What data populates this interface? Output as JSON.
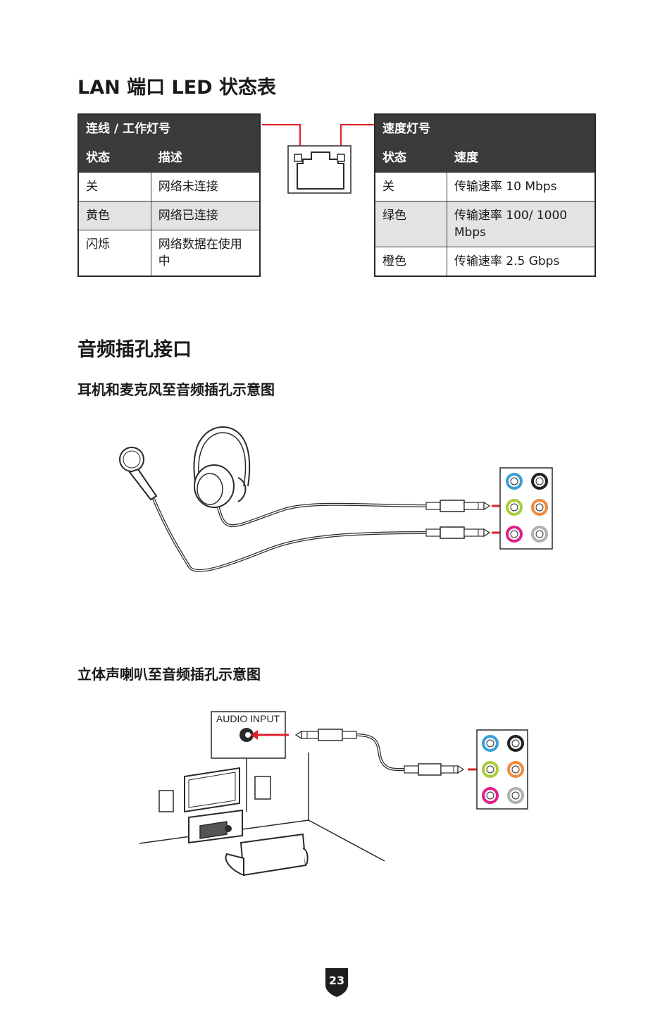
{
  "lan_section": {
    "title": "LAN 端口 LED 状态表",
    "link_table": {
      "title": "连线 / 工作灯号",
      "col_state": "状态",
      "col_desc": "描述",
      "rows": [
        {
          "state": "关",
          "desc": "网络未连接"
        },
        {
          "state": "黄色",
          "desc": "网络已连接"
        },
        {
          "state": "闪烁",
          "desc": "网络数据在使用中"
        }
      ]
    },
    "speed_table": {
      "title": "速度灯号",
      "col_state": "状态",
      "col_speed": "速度",
      "rows": [
        {
          "state": "关",
          "speed": "传输速率 10 Mbps"
        },
        {
          "state": "绿色",
          "speed": "传输速率 100/ 1000 Mbps"
        },
        {
          "state": "橙色",
          "speed": "传输速率 2.5 Gbps"
        }
      ]
    }
  },
  "audio_section": {
    "title": "音频插孔接口",
    "headphone_title": "耳机和麦克风至音频插孔示意图",
    "speaker_title": "立体声喇叭至音频插孔示意图",
    "audio_input_label": "AUDIO INPUT"
  },
  "colors": {
    "jack_blue": "#3a9fd6",
    "jack_black": "#222222",
    "jack_green": "#a6ce39",
    "jack_orange": "#f08a3c",
    "jack_pink": "#e0208a",
    "jack_gray": "#b0b0b0",
    "arrow_red": "#e0202a"
  },
  "page_number": "23"
}
